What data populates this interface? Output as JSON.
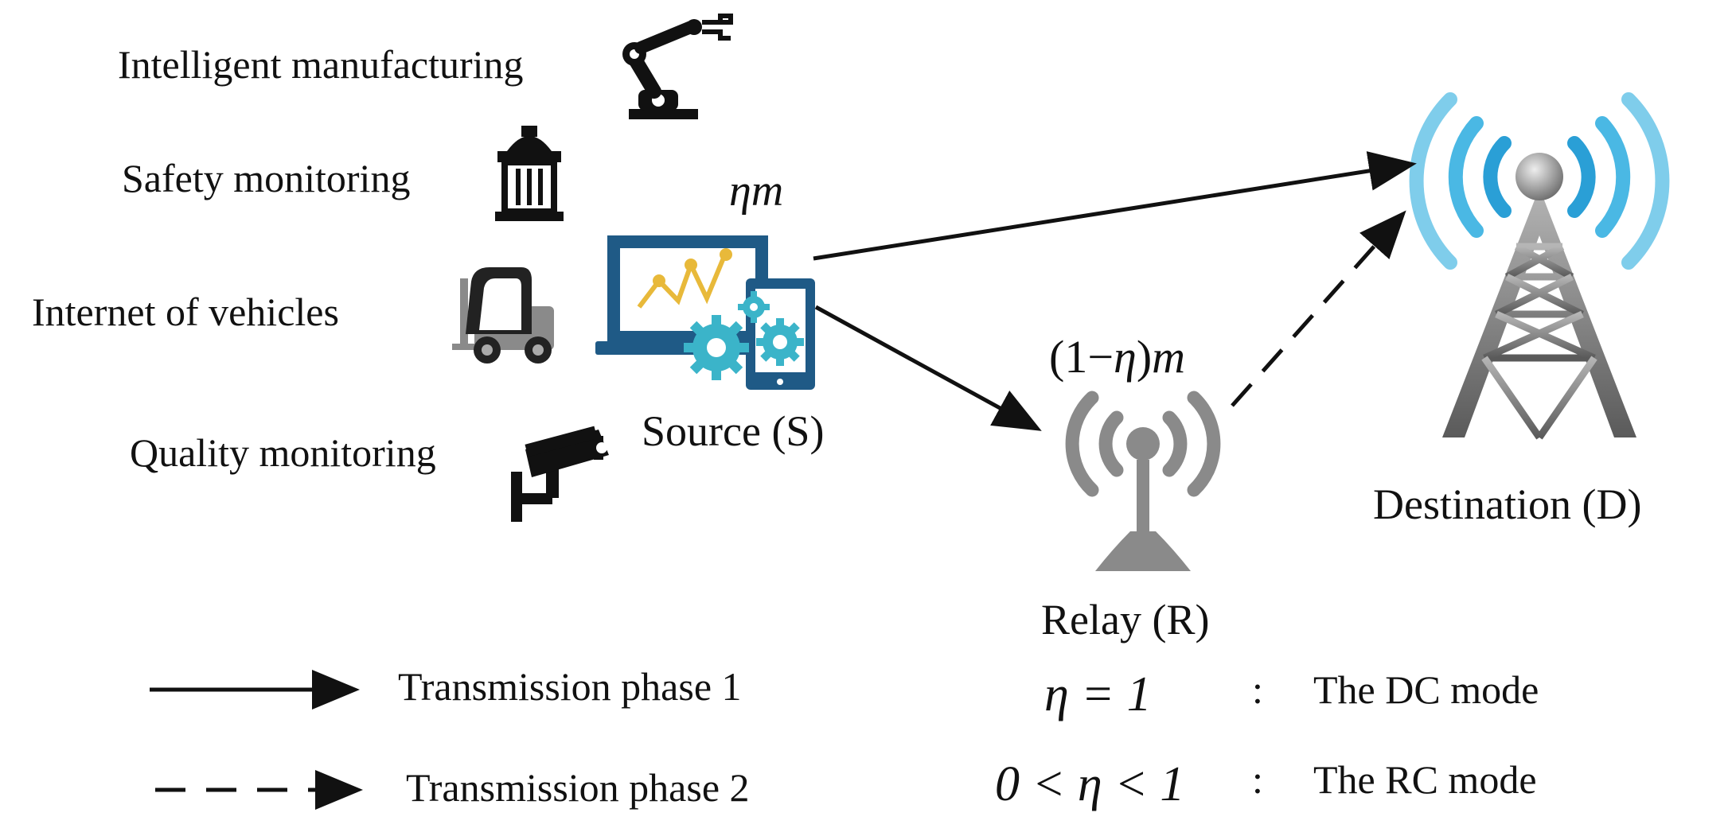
{
  "applications": [
    {
      "label": "Intelligent manufacturing",
      "icon": "robot-arm-icon"
    },
    {
      "label": "Safety monitoring",
      "icon": "fire-hydrant-icon"
    },
    {
      "label": "Internet of vehicles",
      "icon": "forklift-icon"
    },
    {
      "label": "Quality monitoring",
      "icon": "security-camera-icon"
    }
  ],
  "nodes": {
    "source": {
      "label": "Source (S)",
      "icon": "laptop-tablet-gears-icon",
      "share": "ηm"
    },
    "relay": {
      "label": "Relay (R)",
      "icon": "relay-antenna-icon",
      "share_prefix": "(1−",
      "share_eta": "η",
      "share_suffix": ")",
      "share_m": "m"
    },
    "destination": {
      "label": "Destination (D)",
      "icon": "cell-tower-icon"
    }
  },
  "legend": {
    "phase1": "Transmission phase 1",
    "phase2": "Transmission phase 2"
  },
  "modes": {
    "dc_condition": "η = 1",
    "dc_sep": ":",
    "dc_label": "The DC mode",
    "rc_condition": "0 < η < 1",
    "rc_sep": ":",
    "rc_label": "The RC mode"
  },
  "colors": {
    "teal": "#3bb4c9",
    "navy": "#1f5a86",
    "gold": "#e8b93a",
    "gray": "#8a8a8a",
    "signal_blue": "#2a9fd6"
  }
}
